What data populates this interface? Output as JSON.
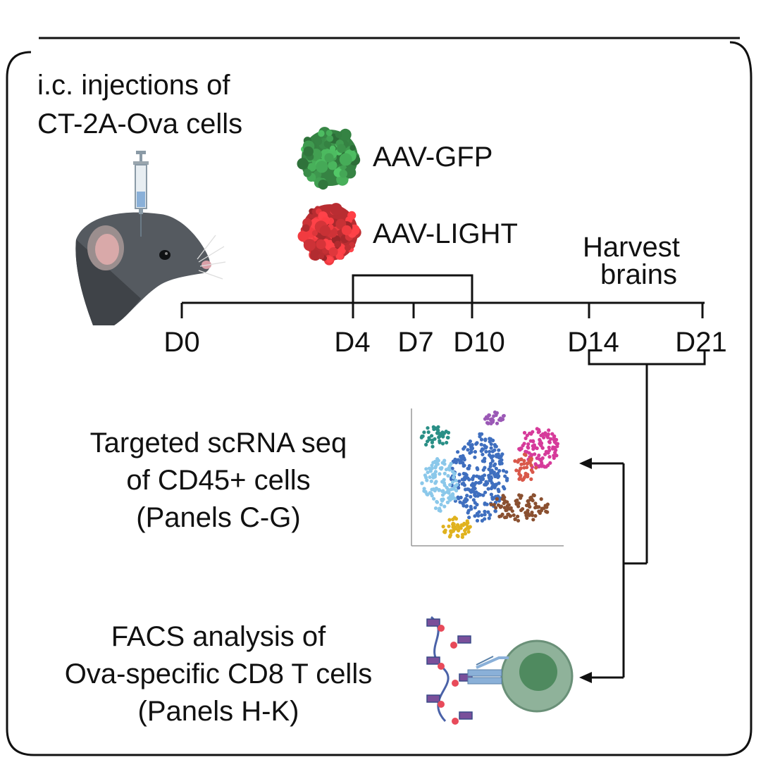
{
  "injection": {
    "line1": "i.c. injections of",
    "line2": "CT-2A-Ova cells"
  },
  "vectors": [
    {
      "label": "AAV-GFP",
      "color": "#3f9a4f"
    },
    {
      "label": "AAV-LIGHT",
      "color": "#d9353a"
    }
  ],
  "harvest": {
    "line1": "Harvest",
    "line2": "brains"
  },
  "timeline": {
    "days": [
      "D0",
      "D4",
      "D7",
      "D10",
      "D14",
      "D21"
    ]
  },
  "scrna": {
    "line1": "Targeted scRNA seq",
    "line2": "of CD45+ cells",
    "line3": "(Panels C-G)"
  },
  "facs": {
    "line1": "FACS analysis of",
    "line2": "Ova-specific CD8 T cells",
    "line3": "(Panels H-K)"
  },
  "icons": [
    "syringe-icon",
    "mouse-icon",
    "virus-icon",
    "umap-plot-icon",
    "t-cell-icon"
  ],
  "colors": {
    "gfp": "#3f9a4f",
    "light": "#d9353a",
    "tcell": "#7eab8c",
    "clusters": [
      "#2a8f86",
      "#9b59b6",
      "#3f6fbf",
      "#d63a9a",
      "#d9584a",
      "#8bc8ea",
      "#8a5030",
      "#e0b21e"
    ]
  }
}
